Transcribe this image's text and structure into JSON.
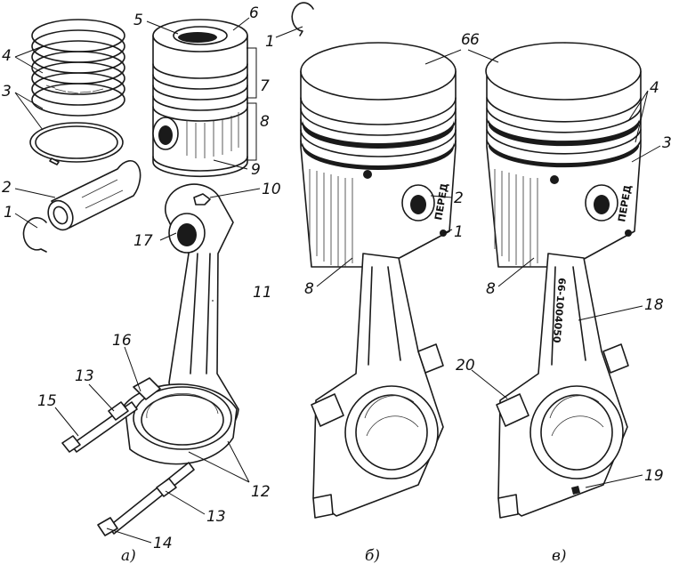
{
  "labels": {
    "n1a": "1",
    "n1b": "1",
    "n1c": "1",
    "n2a": "2",
    "n2b": "2",
    "n3a": "3",
    "n3b": "3",
    "n4a": "4",
    "n4b": "4",
    "n5": "5",
    "n6a": "6",
    "n6b": "6",
    "n6c": "6",
    "n7": "7",
    "n8a": "8",
    "n8b": "8",
    "n8c": "8",
    "n9": "9",
    "n10": "10",
    "n11": "11",
    "n12": "12",
    "n13a": "13",
    "n13b": "13",
    "n14": "14",
    "n15": "15",
    "n16": "16",
    "n17": "17",
    "n18": "18",
    "n19": "19",
    "n20": "20"
  },
  "captions": {
    "a": "а)",
    "b": "б)",
    "v": "в)"
  },
  "stamps": {
    "perid_b": "ПЕРЕД",
    "perid_v": "ПЕРЕД",
    "rod_number": "66-1004050"
  }
}
